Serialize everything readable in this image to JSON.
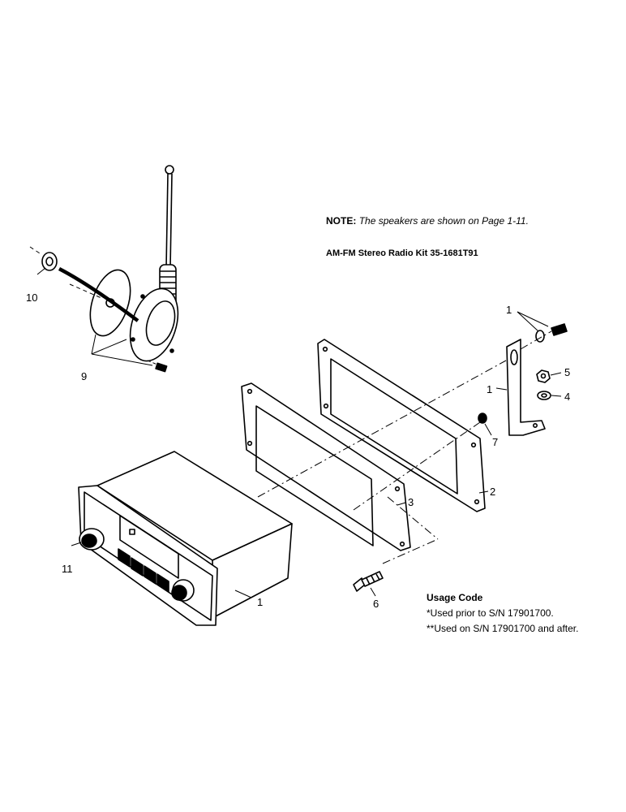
{
  "note": {
    "label": "NOTE:",
    "text": "The speakers are shown on Page 1-11."
  },
  "kit_title": "AM-FM Stereo Radio Kit 35-1681T91",
  "usage": {
    "title": "Usage Code",
    "lines": [
      "*Used prior to S/N 17901700.",
      "**Used on S/N 17901700 and after."
    ]
  },
  "callouts": {
    "c1_bolt": "1",
    "c1_bracket": "1",
    "c1_radio": "1",
    "c2": "2",
    "c3": "3",
    "c4": "4",
    "c5": "5",
    "c6": "6",
    "c7": "7",
    "c9": "9",
    "c10": "10",
    "c11": "11"
  }
}
